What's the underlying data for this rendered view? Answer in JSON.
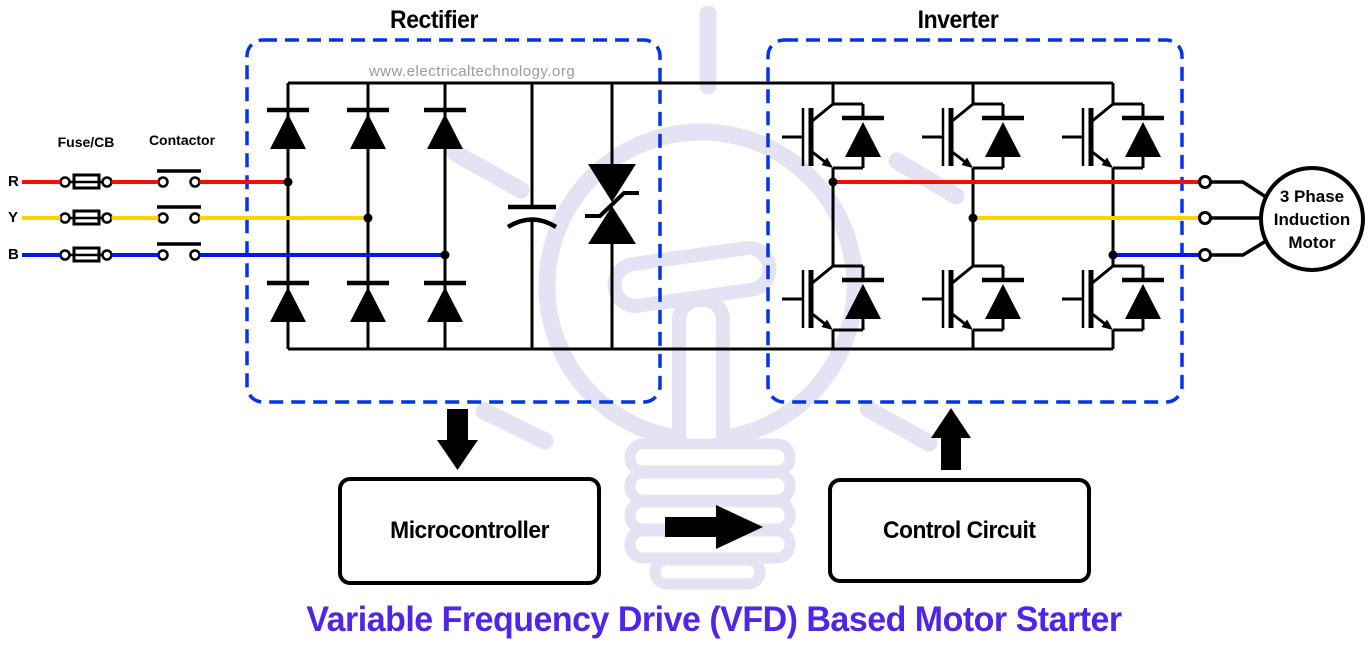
{
  "header": {
    "rectifier_label": "Rectifier",
    "inverter_label": "Inverter",
    "watermark": "www.electricaltechnology.org"
  },
  "inputs": {
    "fuse_label": "Fuse/CB",
    "contactor_label": "Contactor",
    "phases": [
      {
        "label": "R",
        "color": "#ee1100"
      },
      {
        "label": "Y",
        "color": "#ffd400"
      },
      {
        "label": "B",
        "color": "#0018ee"
      }
    ]
  },
  "blocks": {
    "microcontroller_label": "Microcontroller",
    "control_circuit_label": "Control Circuit"
  },
  "motor": {
    "line1": "3 Phase",
    "line2": "Induction",
    "line3": "Motor"
  },
  "footer": {
    "title": "Variable Frequency Drive (VFD) Based Motor Starter"
  },
  "colors": {
    "dashed_box": "#0433e8",
    "title": "#4f26e8",
    "watermark_text": "#9a9a9a",
    "bulb_watermark": "#e3e3f3",
    "wire": "#000000"
  }
}
